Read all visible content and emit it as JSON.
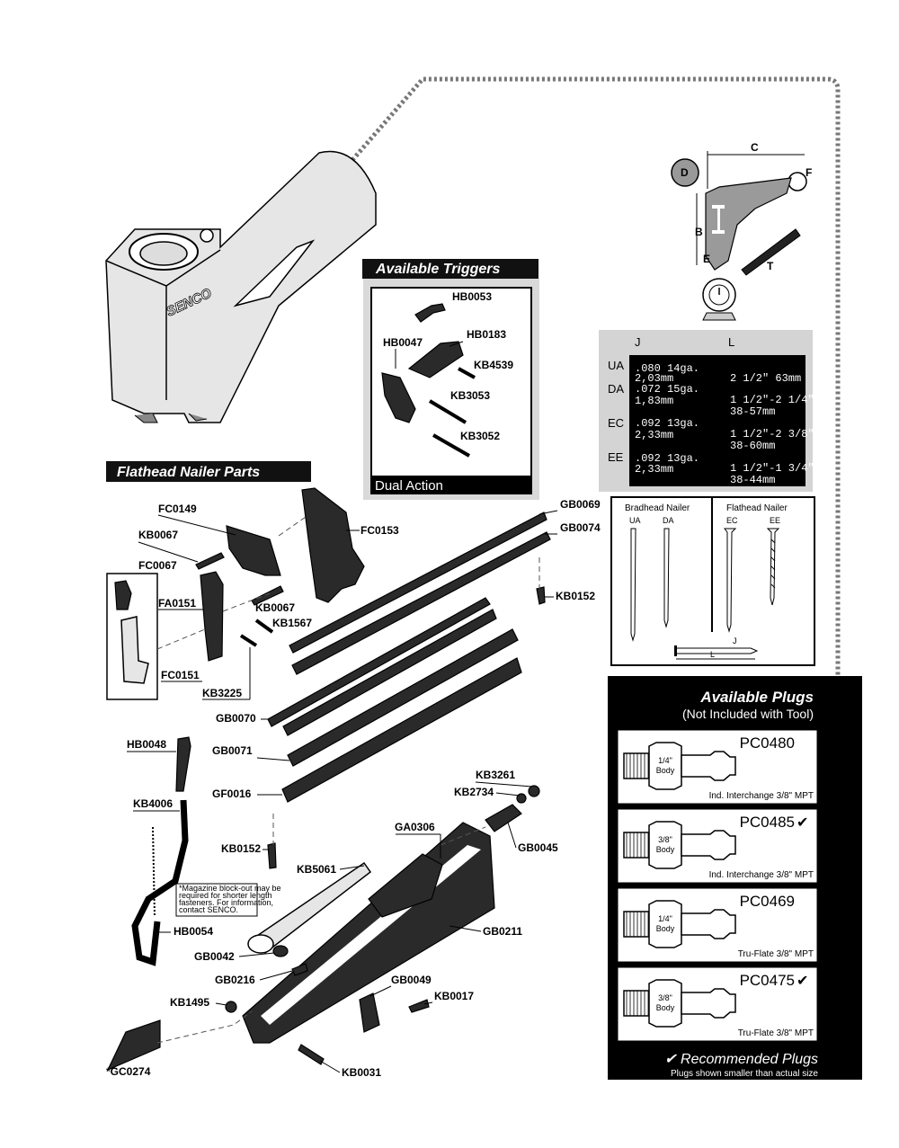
{
  "brand": "SENCO",
  "sections": {
    "triggers_title": "Available Triggers",
    "triggers_type": "Dual Action",
    "parts_title": "Flathead Nailer Parts",
    "plugs_title": "Available Plugs",
    "plugs_subtitle": "(Not Included with Tool)",
    "plugs_recommended": "✔ Recommended Plugs",
    "plugs_note": "Plugs shown smaller than actual size"
  },
  "trigger_parts": [
    "HB0053",
    "HB0047",
    "HB0183",
    "KB4539",
    "KB3053",
    "KB3052"
  ],
  "parts": {
    "FC0149": "FC0149",
    "FC0153": "FC0153",
    "KB0067a": "KB0067",
    "FC0067": "FC0067",
    "FA0151": "FA0151",
    "KB0067b": "KB0067",
    "KB1567": "KB1567",
    "FC0151": "FC0151",
    "KB3225": "KB3225",
    "GB0069": "GB0069",
    "GB0074": "GB0074",
    "KB0152a": "KB0152",
    "GB0070": "GB0070",
    "GB0071": "GB0071",
    "GF0016": "GF0016",
    "HB0048": "HB0048",
    "KB4006": "KB4006",
    "HB0054": "HB0054",
    "KB0152b": "KB0152",
    "KB5061": "KB5061",
    "GA0306": "GA0306",
    "KB3261": "KB3261",
    "KB2734": "KB2734",
    "GB0045": "GB0045",
    "GB0211": "GB0211",
    "GB0042": "GB0042",
    "GB0216": "GB0216",
    "GB0049": "GB0049",
    "KB0017": "KB0017",
    "KB1495": "KB1495",
    "GC0274": "*GC0274",
    "KB0031": "KB0031"
  },
  "magazine_note": [
    "*Magazine block-out may be",
    "required for shorter length",
    "fasteners.  For information,",
    "contact SENCO."
  ],
  "dimension_letters": [
    "C",
    "D",
    "F",
    "B",
    "E",
    "T"
  ],
  "fastener_table": {
    "headers": [
      "J",
      "L"
    ],
    "rows": [
      {
        "code": "UA",
        "j": [
          ".080 14ga.",
          "2,03mm"
        ],
        "l": [
          "2 1/2\" 63mm"
        ]
      },
      {
        "code": "DA",
        "j": [
          ".072 15ga.",
          "1,83mm"
        ],
        "l": [
          "1 1/2\"-2 1/4\"",
          "38-57mm"
        ]
      },
      {
        "code": "EC",
        "j": [
          ".092 13ga.",
          "2,33mm"
        ],
        "l": [
          "1 1/2\"-2 3/8\"",
          "38-60mm"
        ]
      },
      {
        "code": "EE",
        "j": [
          ".092 13ga.",
          "2,33mm"
        ],
        "l": [
          "1 1/2\"-1 3/4\"",
          "38-44mm"
        ]
      }
    ]
  },
  "nailers": {
    "brad_title": "Bradhead Nailer",
    "flat_title": "Flathead Nailer",
    "brad_codes": [
      "UA",
      "DA"
    ],
    "flat_codes": [
      "EC",
      "EE"
    ],
    "j_label": "J",
    "l_label": "L"
  },
  "plugs": [
    {
      "code": "PC0480",
      "check": "",
      "size": [
        "1/4\"",
        "Body"
      ],
      "desc": "Ind. Interchange 3/8\" MPT"
    },
    {
      "code": "PC0485",
      "check": "✔",
      "size": [
        "3/8\"",
        "Body"
      ],
      "desc": "Ind. Interchange 3/8\" MPT"
    },
    {
      "code": "PC0469",
      "check": "",
      "size": [
        "1/4\"",
        "Body"
      ],
      "desc": "Tru-Flate 3/8\" MPT"
    },
    {
      "code": "PC0475",
      "check": "✔",
      "size": [
        "3/8\"",
        "Body"
      ],
      "desc": "Tru-Flate 3/8\" MPT"
    }
  ]
}
